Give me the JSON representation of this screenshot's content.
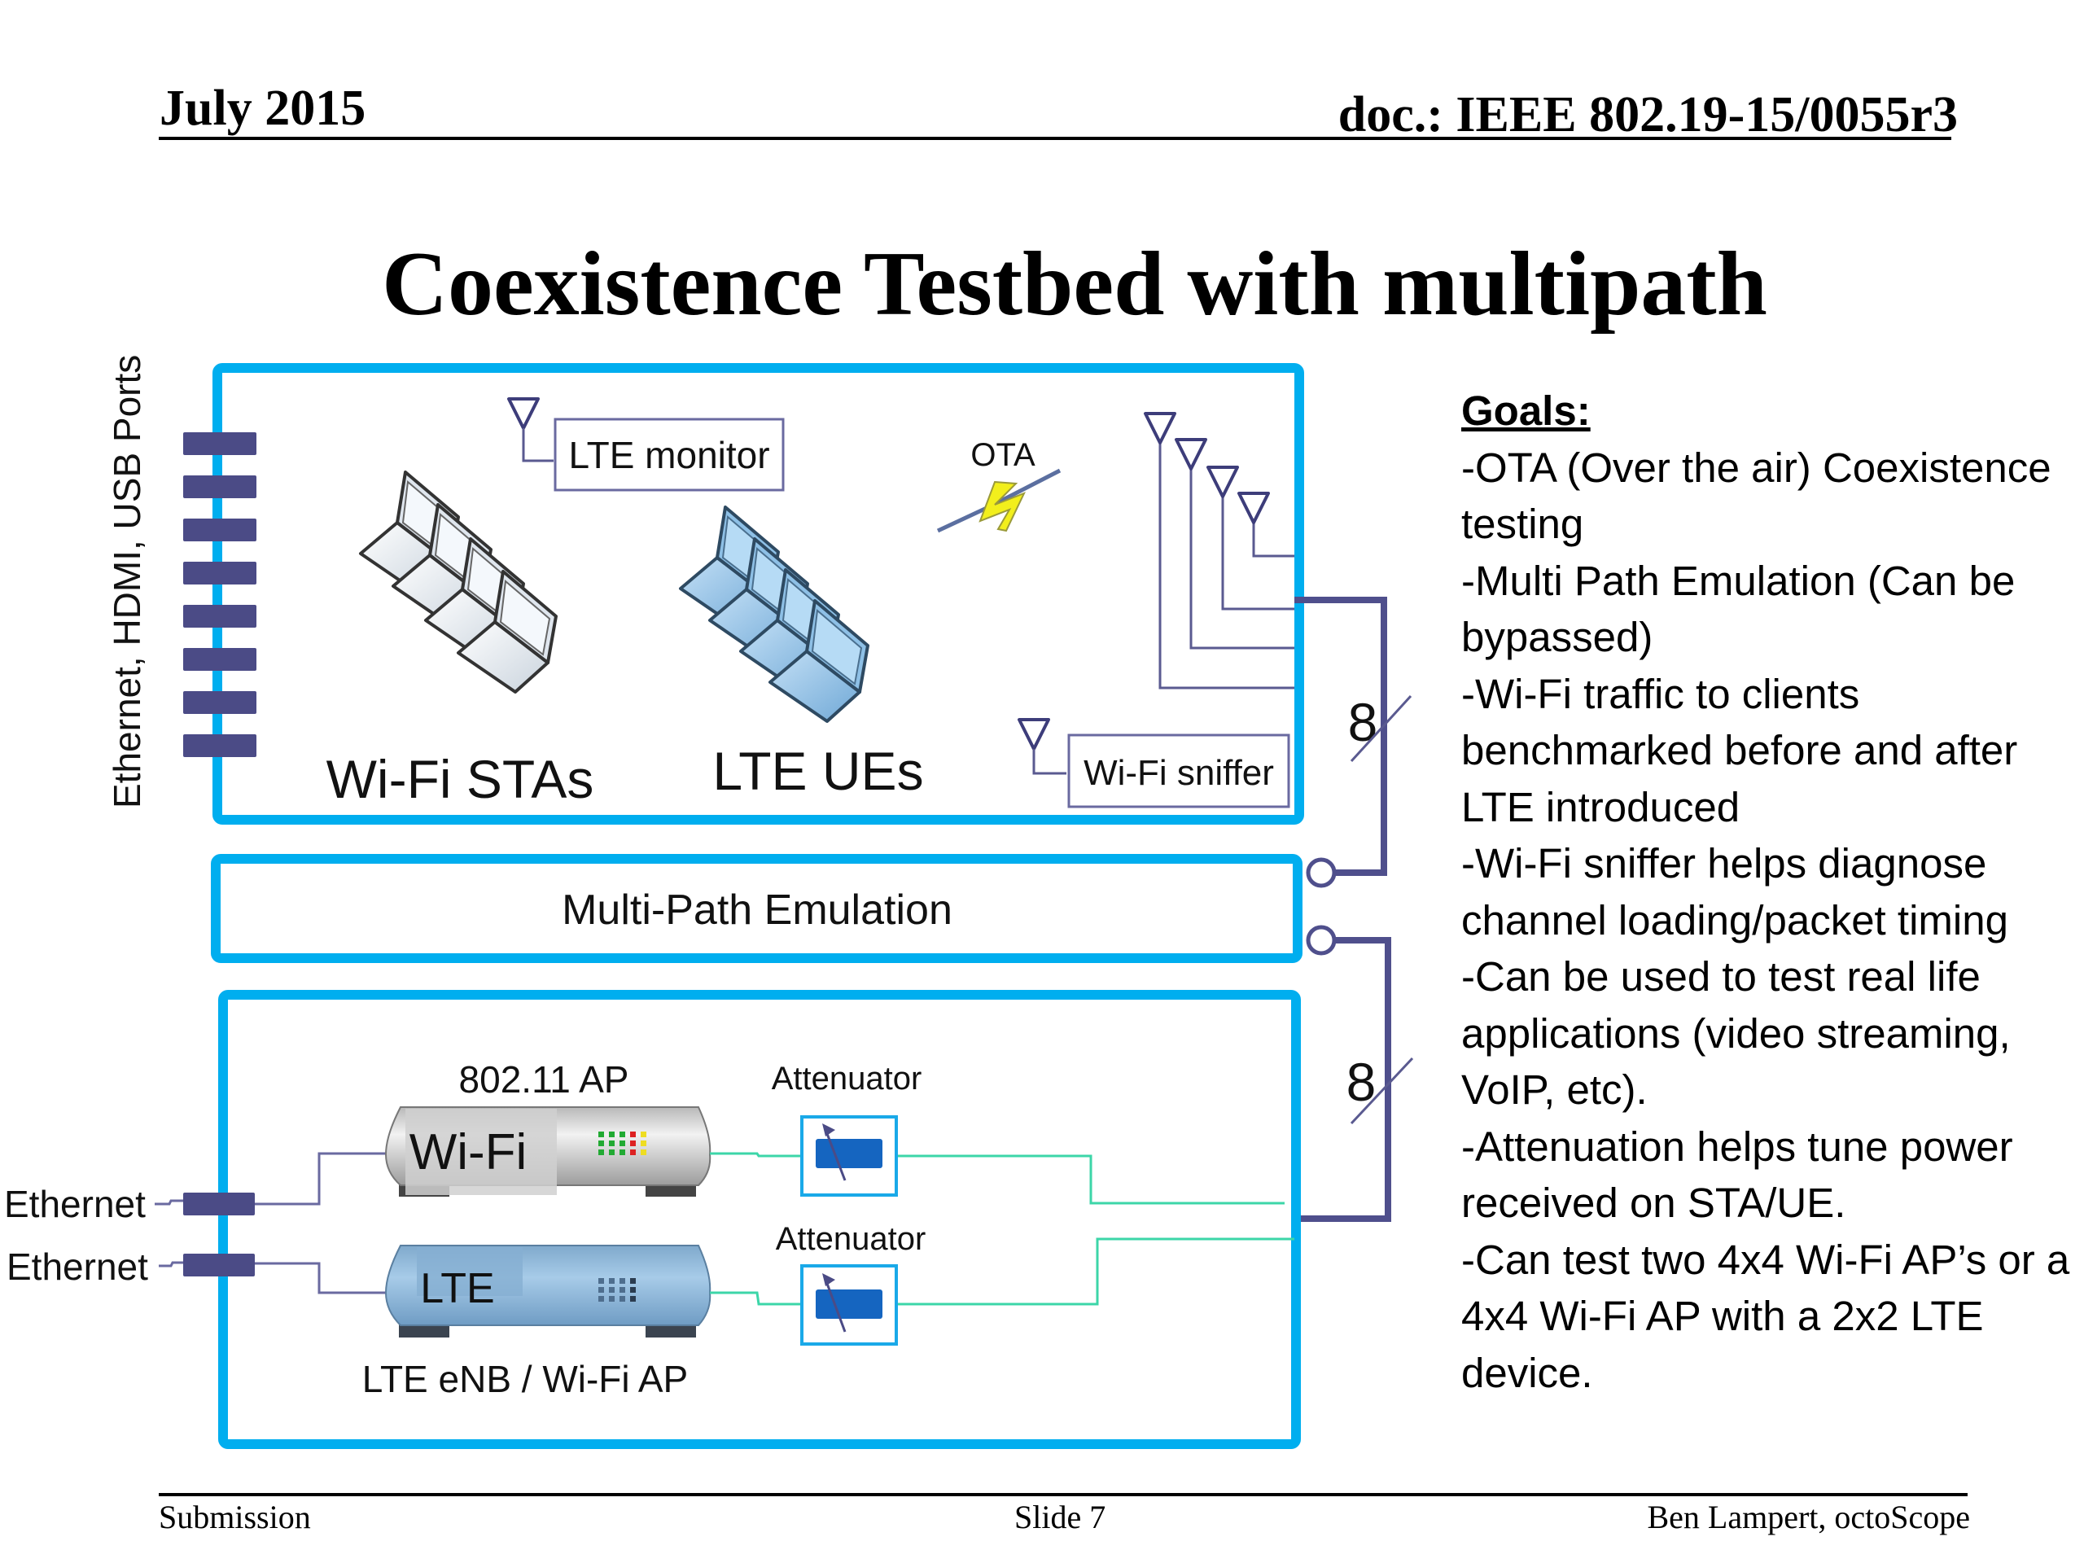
{
  "header": {
    "date": "July 2015",
    "doc_id": "doc.: IEEE 802.19-15/0055r3"
  },
  "slide": {
    "title": "Coexistence Testbed with multipath"
  },
  "diagram": {
    "side_label": "Ethernet, HDMI, USB Ports",
    "lte_monitor": "LTE monitor",
    "ota": "OTA",
    "wifi_stas": "Wi-Fi STAs",
    "lte_ues": "LTE UEs",
    "wifi_sniffer": "Wi-Fi sniffer",
    "bus_count_top": "8",
    "bus_count_bottom": "8",
    "multipath": "Multi-Path Emulation",
    "ap_label": "802.11 AP",
    "wifi_device": "Wi-Fi",
    "lte_device": "LTE",
    "enb_label": "LTE eNB / Wi-Fi AP",
    "attenuator_1": "Attenuator",
    "attenuator_2": "Attenuator",
    "ethernet_1": "Ethernet",
    "ethernet_2": "Ethernet",
    "colors": {
      "box_border": "#00AEEF",
      "port": "#4B4B86",
      "bus": "#4F4F8C",
      "rf_line": "#3CD6A8",
      "attenuator_fill": "#1565C0"
    }
  },
  "goals": {
    "heading": "Goals:",
    "lines": [
      "-OTA (Over the air) Coexistence",
      "testing",
      "-Multi Path Emulation (Can be",
      "bypassed)",
      "-Wi-Fi traffic to clients",
      "benchmarked before and after",
      "LTE introduced",
      "-Wi-Fi sniffer helps diagnose",
      "channel loading/packet timing",
      "-Can be used to test real life",
      "applications (video streaming,",
      "VoIP, etc).",
      "-Attenuation helps tune power",
      "received on STA/UE.",
      "-Can test two 4x4 Wi-Fi AP’s or a",
      "4x4 Wi-Fi AP with a 2x2 LTE",
      "device."
    ]
  },
  "footer": {
    "left": "Submission",
    "center": "Slide 7",
    "right": "Ben Lampert, octoScope"
  }
}
